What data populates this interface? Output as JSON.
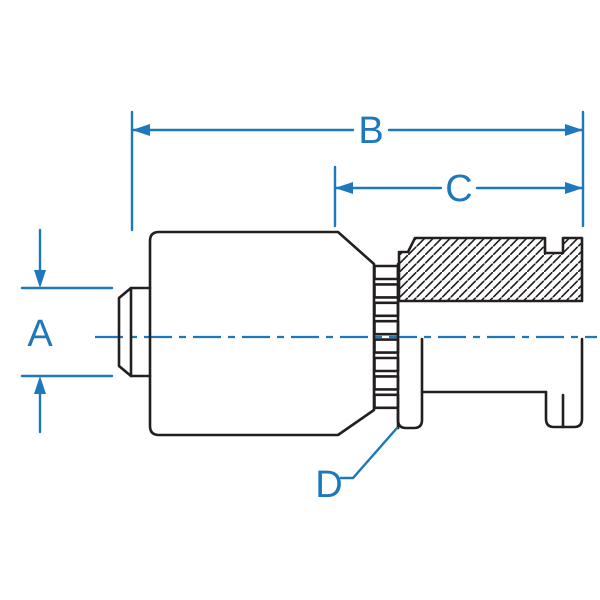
{
  "diagram": {
    "labels": {
      "dim_a": "A",
      "dim_b": "B",
      "dim_c": "C",
      "dim_d": "D"
    },
    "colors": {
      "dimension_blue": "#1d78bc",
      "line_black": "#231f20",
      "background": "#ffffff"
    }
  }
}
